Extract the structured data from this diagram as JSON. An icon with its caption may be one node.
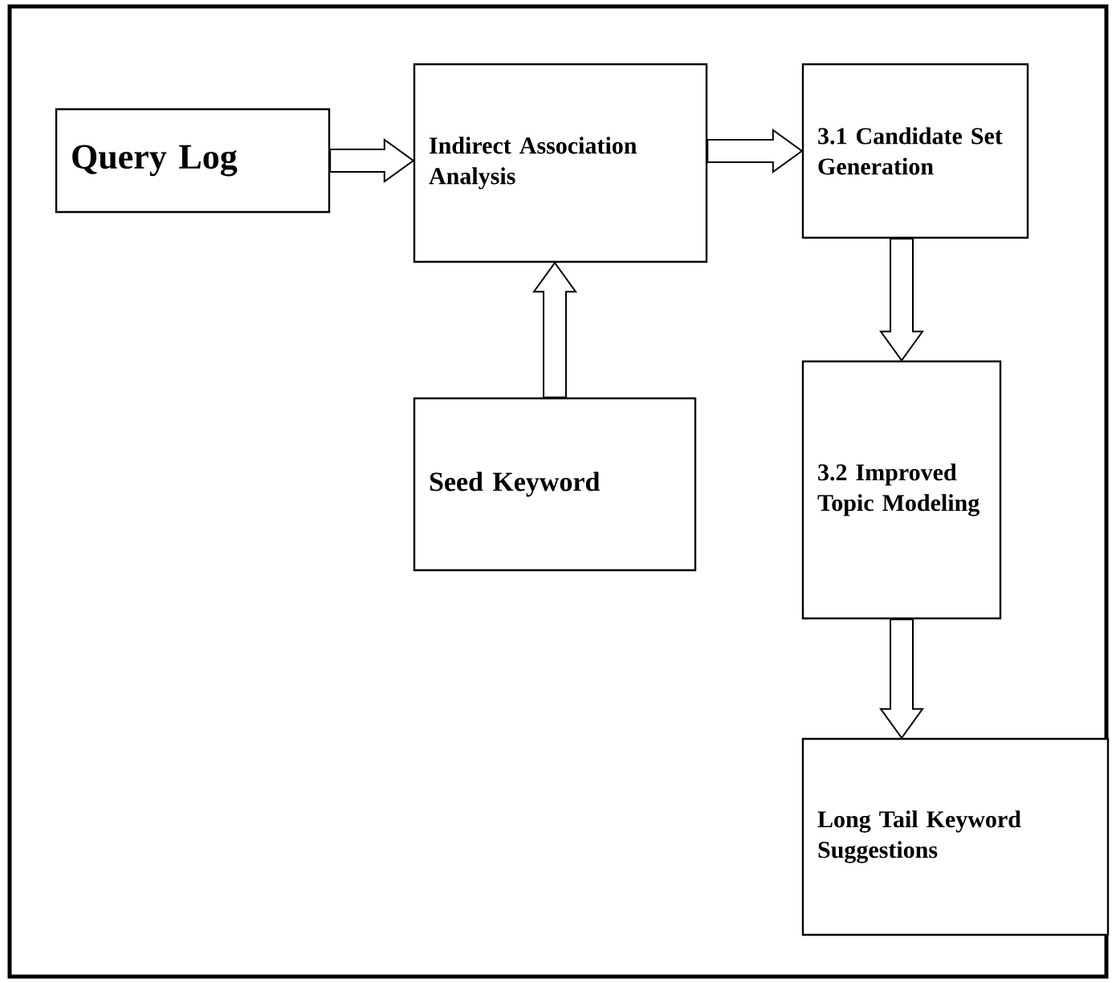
{
  "diagram": {
    "nodes": [
      {
        "text": [
          "Query Log"
        ]
      },
      {
        "text": [
          "Indirect Association Analysis"
        ]
      },
      {
        "text": [
          "3.1 Candidate Set Generation"
        ]
      },
      {
        "text": [
          "Seed Keyword"
        ]
      },
      {
        "text": [
          "3.2 Improved Topic Modeling"
        ]
      },
      {
        "text": [
          "Long Tail Keyword Suggestions"
        ]
      }
    ],
    "edges": [
      {
        "from": 0,
        "to": 1,
        "arrow": "to"
      },
      {
        "from": 1,
        "to": 2,
        "arrow": "to"
      },
      {
        "from": 3,
        "to": 1,
        "arrow": "to"
      },
      {
        "from": 2,
        "to": 4,
        "arrow": "to"
      },
      {
        "from": 4,
        "to": 5,
        "arrow": "to"
      }
    ]
  }
}
